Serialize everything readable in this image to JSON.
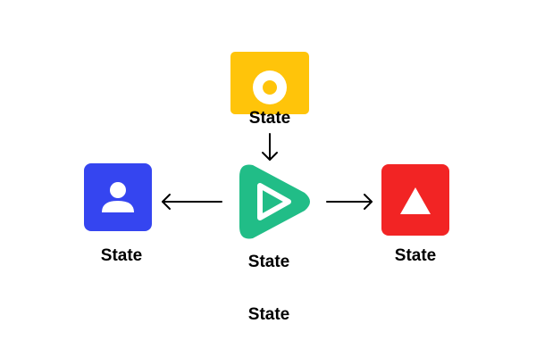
{
  "nodes": {
    "start": {
      "label": "State",
      "color": "#FFC40A",
      "icon": "circle-icon"
    },
    "center": {
      "label": "State",
      "color": "#21BD87",
      "icon": "play-icon"
    },
    "left": {
      "label": "State",
      "color": "#3545F0",
      "icon": "user-icon"
    },
    "right": {
      "label": "State",
      "color": "#F22424",
      "icon": "triangle-icon"
    }
  },
  "footer_label": "State",
  "edges": [
    {
      "from": "start",
      "to": "center"
    },
    {
      "from": "center",
      "to": "left"
    },
    {
      "from": "center",
      "to": "right"
    }
  ]
}
